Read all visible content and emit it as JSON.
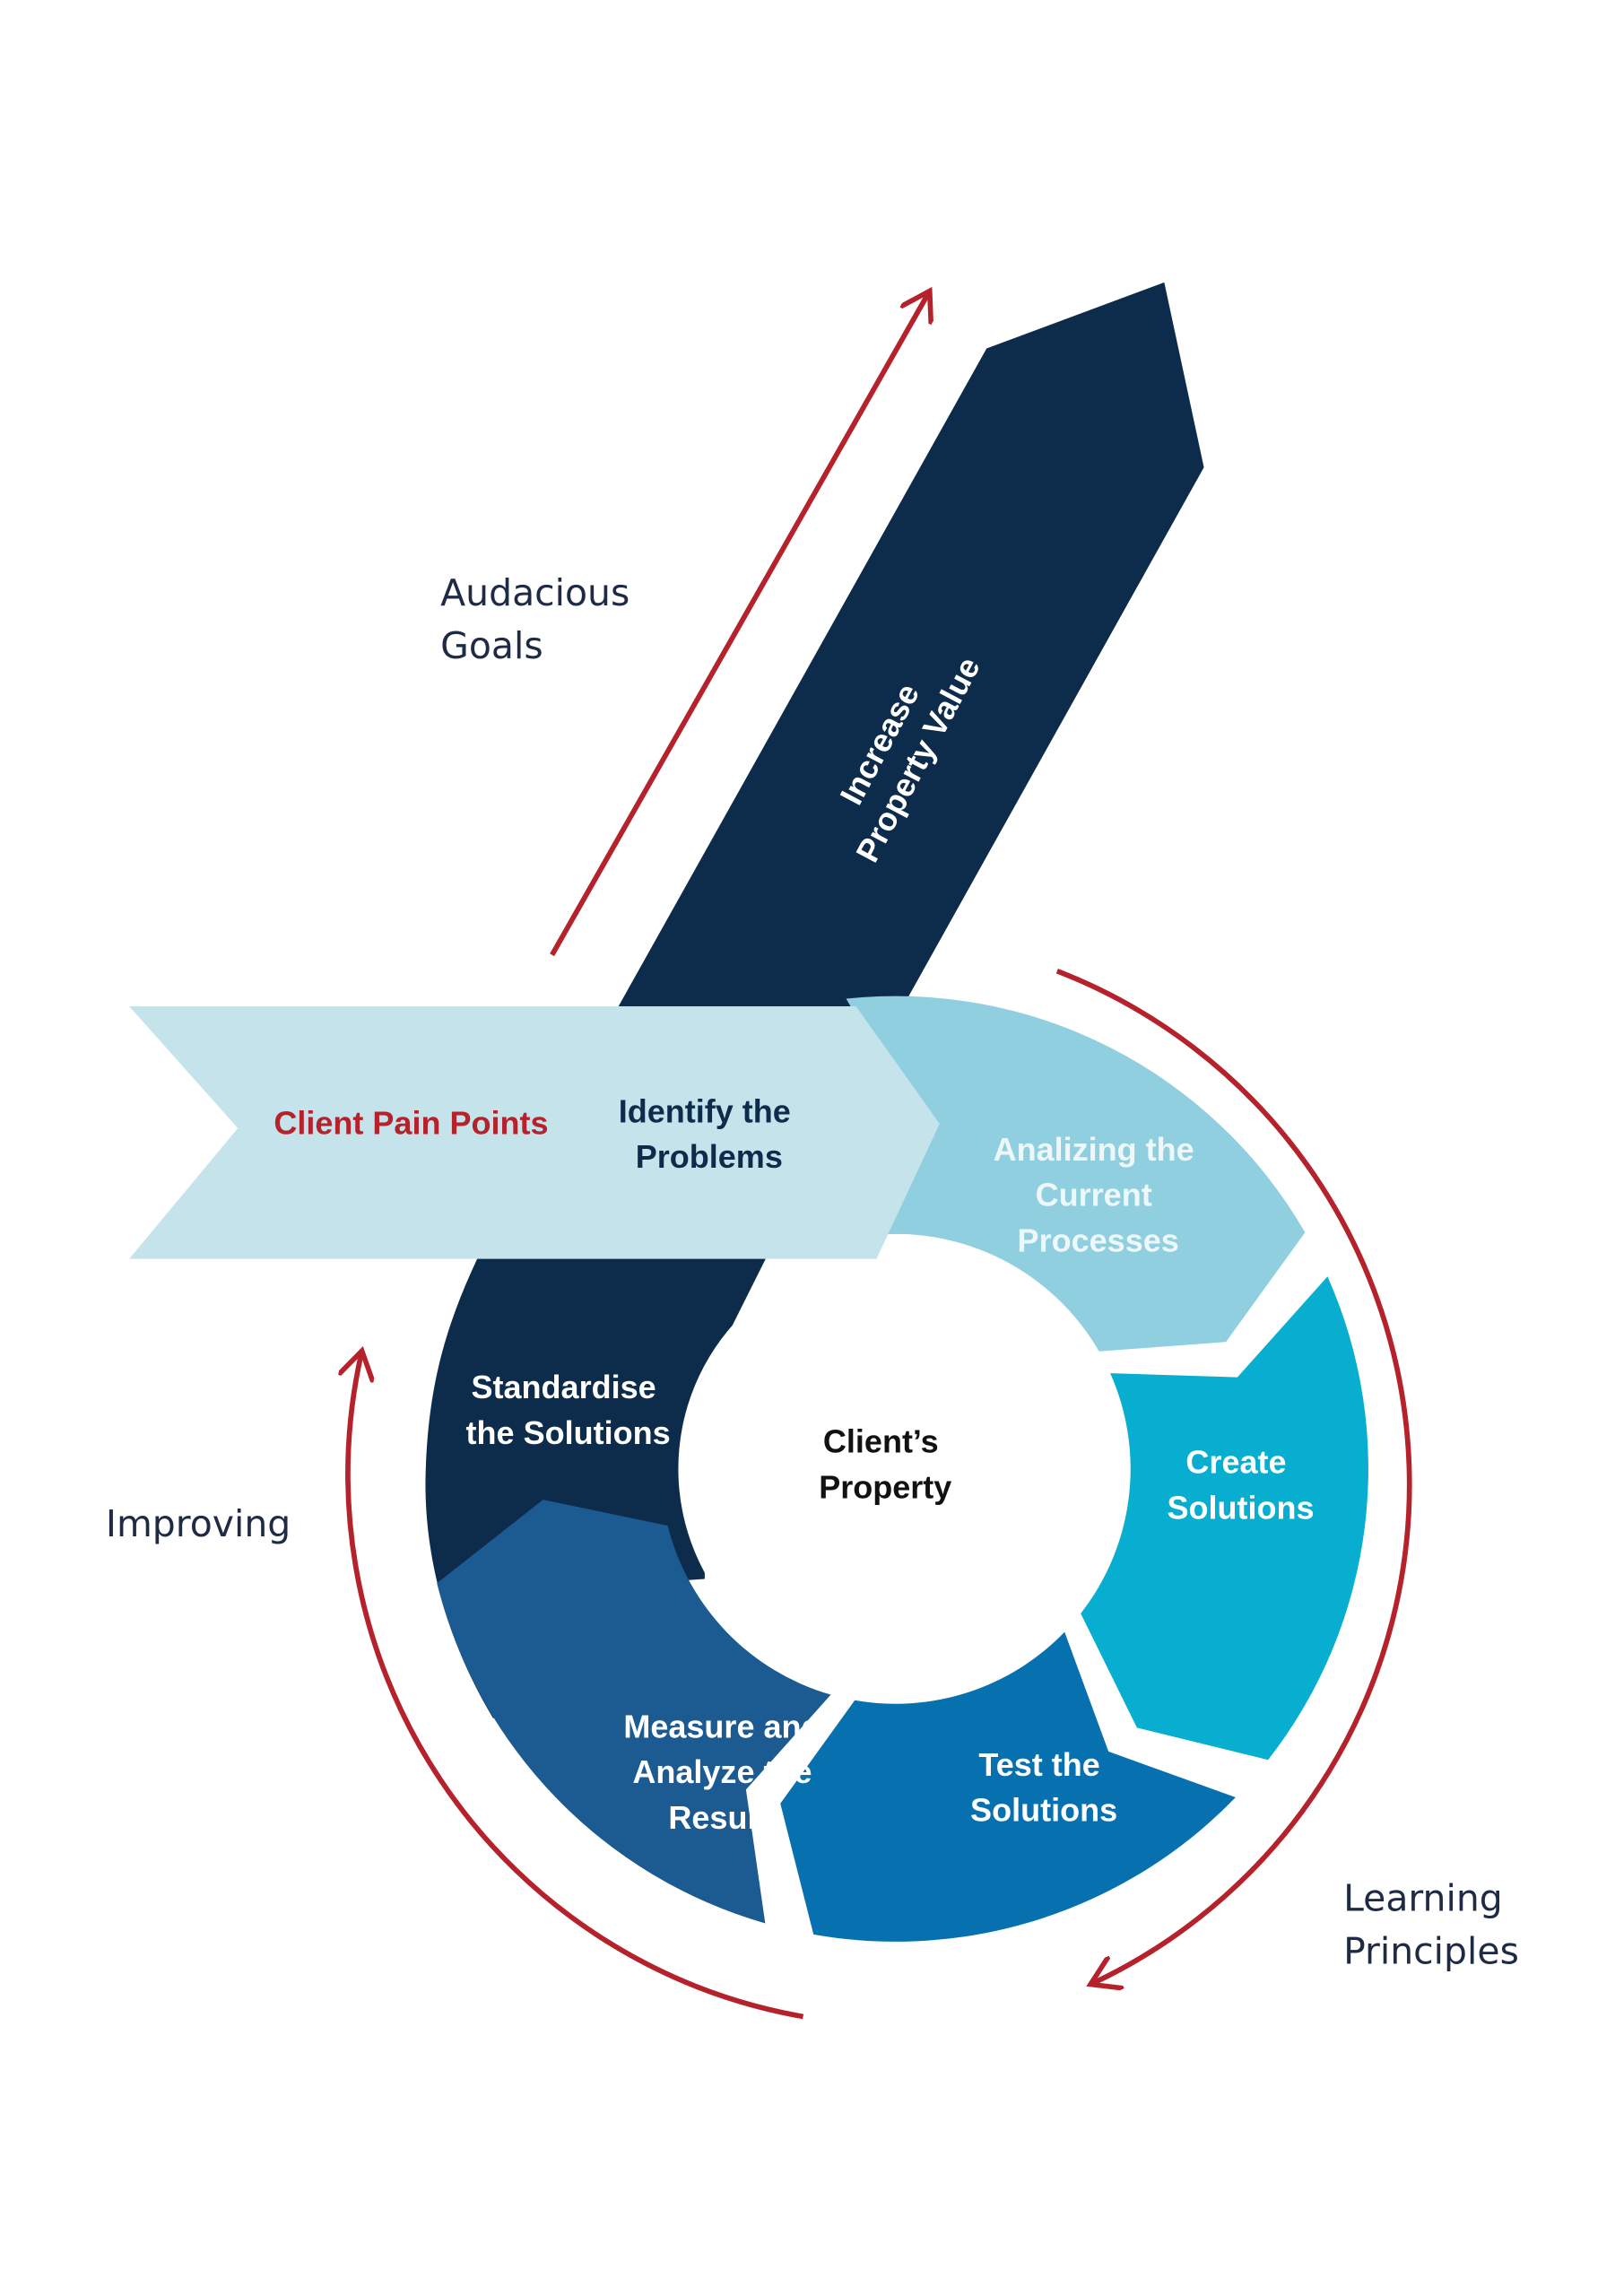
{
  "colors": {
    "dark_navy": "#0d2c4c",
    "band": "#c5e3ea",
    "analyzing": "#8fcfe0",
    "create": "#07aed0",
    "test": "#0771b0",
    "measure": "#1c5a92",
    "red": "#b5222b"
  },
  "goal_arrow": {
    "line1": "Increase",
    "line2": "Property Value"
  },
  "band": {
    "pain_points": "Client Pain Points",
    "identify_line1": "Identify the",
    "identify_line2": "Problems"
  },
  "cycle": {
    "center_line1": "Client’s",
    "center_line2": "Property",
    "steps": [
      {
        "lines": [
          "Analizing the",
          "Current",
          "Processes"
        ]
      },
      {
        "lines": [
          "Create",
          "Solutions"
        ]
      },
      {
        "lines": [
          "Test the",
          "Solutions"
        ]
      },
      {
        "lines": [
          "Measure and",
          "Analyze the",
          "Results"
        ]
      },
      {
        "lines": [
          "Standardise",
          "the Solutions"
        ]
      }
    ]
  },
  "side_labels": {
    "audacious_line1": "Audacious",
    "audacious_line2": "Goals",
    "improving": "Improving",
    "learning_line1": "Learning",
    "learning_line2": "Principles"
  }
}
